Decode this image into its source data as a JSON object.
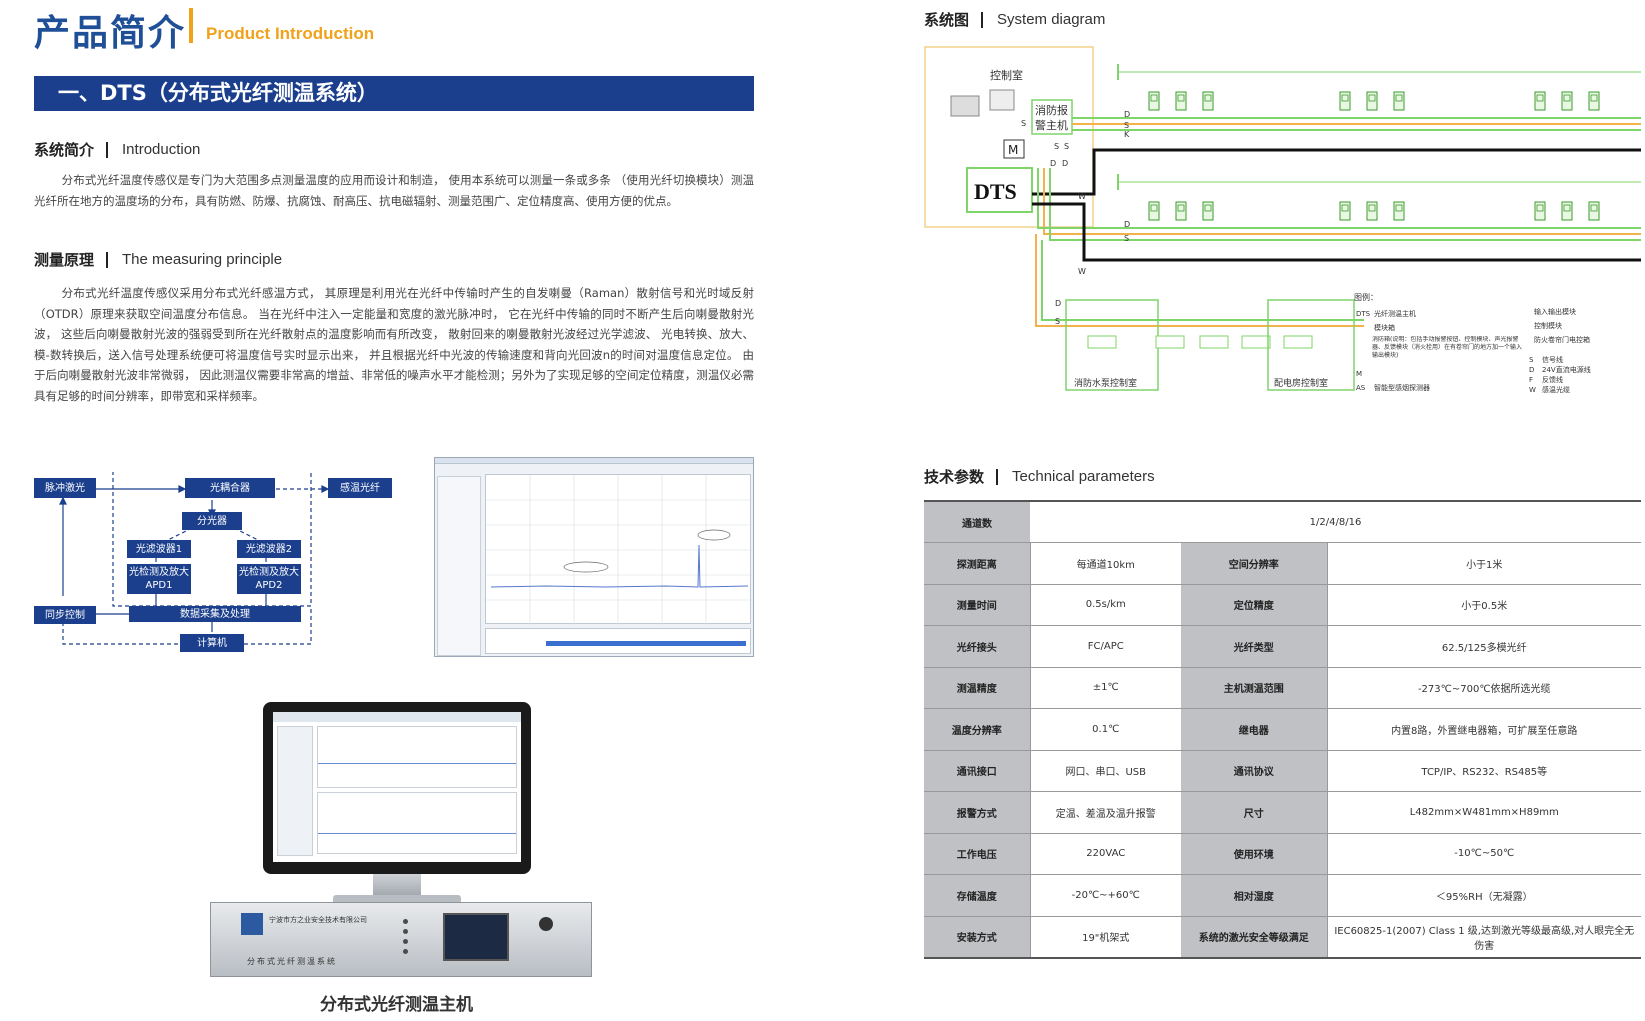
{
  "header": {
    "title_cn": "产品简介",
    "title_en": "Product Introduction"
  },
  "banner": {
    "text": "一、DTS（分布式光纤测温系统）"
  },
  "intro": {
    "head_cn": "系统简介",
    "head_en": "Introduction",
    "text": "分布式光纤温度传感仪是专门为大范围多点测量温度的应用而设计和制造， 使用本系统可以测量一条或多条 （使用光纤切换模块）测温光纤所在地方的温度场的分布，具有防燃、防爆、抗腐蚀、耐高压、抗电磁辐射、测量范围广、定位精度高、使用方便的优点。"
  },
  "principle": {
    "head_cn": "测量原理",
    "head_en": "The measuring principle",
    "text": "分布式光纤温度传感仪采用分布式光纤感温方式， 其原理是利用光在光纤中传输时产生的自发喇曼（Raman）散射信号和光时域反射（OTDR）原理来获取空间温度分布信息。 当在光纤中注入一定能量和宽度的激光脉冲时， 它在光纤中传输的同时不断产生后向喇曼散射光波， 这些后向喇曼散射光波的强弱受到所在光纤散射点的温度影响而有所改变， 散射回来的喇曼散射光波经过光学滤波、 光电转换、放大、 模-数转换后，送入信号处理系统便可将温度信号实时显示出来， 并且根据光纤中光波的传输速度和背向光回波n的时间对温度信息定位。 由于后向喇曼散射光波非常微弱， 因此测温仪需要非常高的增益、非常低的噪声水平才能检测；另外为了实现足够的空间定位精度，测温仪必需具有足够的时间分辨率，即带宽和采样频率。"
  },
  "flow": {
    "pulse_laser": "脉冲激光",
    "coupler": "光耦合器",
    "sensing_fiber": "感温光纤",
    "splitter": "分光器",
    "filter1": "光滤波器1",
    "filter2": "光滤波器2",
    "apd1_l1": "光检测及放大",
    "apd1_l2": "APD1",
    "apd2_l1": "光检测及放大",
    "apd2_l2": "APD2",
    "sync": "同步控制",
    "daq": "数据采集及处理",
    "computer": "计算机"
  },
  "device": {
    "caption": "分布式光纤测温主机",
    "company": "宁波市方之业安全技术有限公司",
    "product": "分布式光纤测温系统"
  },
  "system": {
    "head_cn": "系统图",
    "head_en": "System diagram",
    "control_room": "控制室",
    "fire_host_l1": "消防报",
    "fire_host_l2": "警主机",
    "module_m": "M",
    "dts": "DTS",
    "pump_room": "消防水泵控制室",
    "power_room": "配电房控制室",
    "legend_title": "图例：",
    "legend": [
      "光纤测温主机",
      "消防箱(说明：包括手动报警按钮、控制模块、声光报警器、反馈模块（消火栓用）在有卷帘门的地方加一个输入输出模块)",
      "模块箱",
      "智能型感烟探测器",
      "输入输出模块",
      "控制模块",
      "防火卷帘门电控箱",
      "信号线",
      "24V直流电源线",
      "反馈线",
      "感温光缆"
    ],
    "legend_codes": [
      "DTS",
      "M",
      "AS",
      "S",
      "D",
      "F",
      "W"
    ]
  },
  "tech": {
    "head_cn": "技术参数",
    "head_en": "Technical parameters",
    "channels_label": "通道数",
    "channels_value": "1/2/4/8/16",
    "rows": [
      [
        "探测距离",
        "每通道10km",
        "空间分辨率",
        "小于1米"
      ],
      [
        "测量时间",
        "0.5s/km",
        "定位精度",
        "小于0.5米"
      ],
      [
        "光纤接头",
        "FC/APC",
        "光纤类型",
        "62.5/125多模光纤"
      ],
      [
        "测温精度",
        "±1℃",
        "主机测温范围",
        "-273℃~700℃依据所选光缆"
      ],
      [
        "温度分辨率",
        "0.1℃",
        "继电器",
        "内置8路，外置继电器箱，可扩展至任意路"
      ],
      [
        "通讯接口",
        "网口、串口、USB",
        "通讯协议",
        "TCP/IP、RS232、RS485等"
      ],
      [
        "报警方式",
        "定温、差温及温升报警",
        "尺寸",
        "L482mm×W481mm×H89mm"
      ],
      [
        "工作电压",
        "220VAC",
        "使用环境",
        "-10℃~50℃"
      ],
      [
        "存储温度",
        "-20℃~+60℃",
        "相对湿度",
        "＜95%RH（无凝露）"
      ],
      [
        "安装方式",
        "19\"机架式",
        "系统的激光安全等级满足",
        "IEC60825-1(2007)  Class 1 级,达到激光等级最高级,对人眼完全无伤害"
      ]
    ]
  },
  "colors": {
    "brand_blue": "#1b3f8d",
    "title_blue": "#1f4f96",
    "accent_orange": "#f0a21a",
    "wire_green": "#7fd46a",
    "wire_orange": "#f3b24a",
    "table_label_gray": "#bfc1c4"
  }
}
